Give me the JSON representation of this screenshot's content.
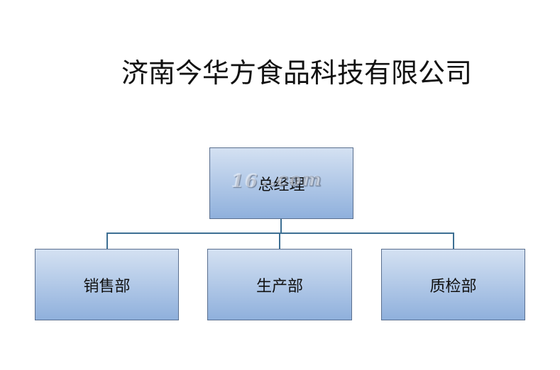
{
  "title": "济南今华方食品科技有限公司",
  "org_chart": {
    "root": {
      "label": "总经理"
    },
    "children": [
      {
        "label": "销售部"
      },
      {
        "label": "生产部"
      },
      {
        "label": "质检部"
      }
    ]
  },
  "watermark": "16",
  "colors": {
    "box_top": "#d4e1f2",
    "box_bottom": "#8fb0dc",
    "box_border": "#5a6f8f",
    "connector": "#3d6f93"
  }
}
